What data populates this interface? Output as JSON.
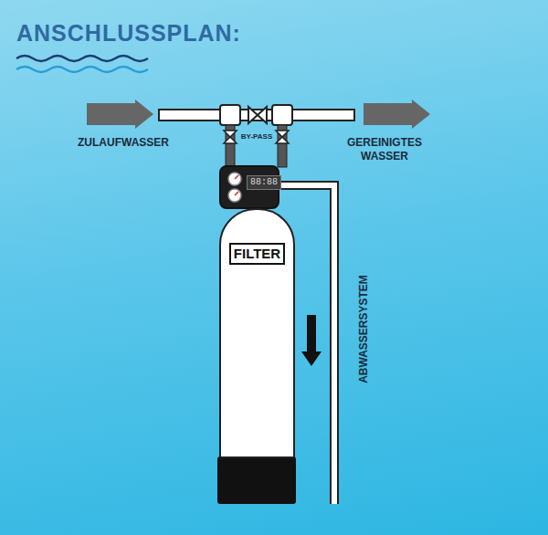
{
  "diagram": {
    "title": "ANSCHLUSSPLAN:",
    "nodes": [
      {
        "text": [
          "88:88"
        ]
      },
      {
        "text": [
          "FILTER"
        ]
      }
    ],
    "labels": [
      "ZULAUFWASSER",
      "BY-PASS",
      "GEREINIGTES WASSER",
      "ABWASSERSYSTEM"
    ]
  }
}
